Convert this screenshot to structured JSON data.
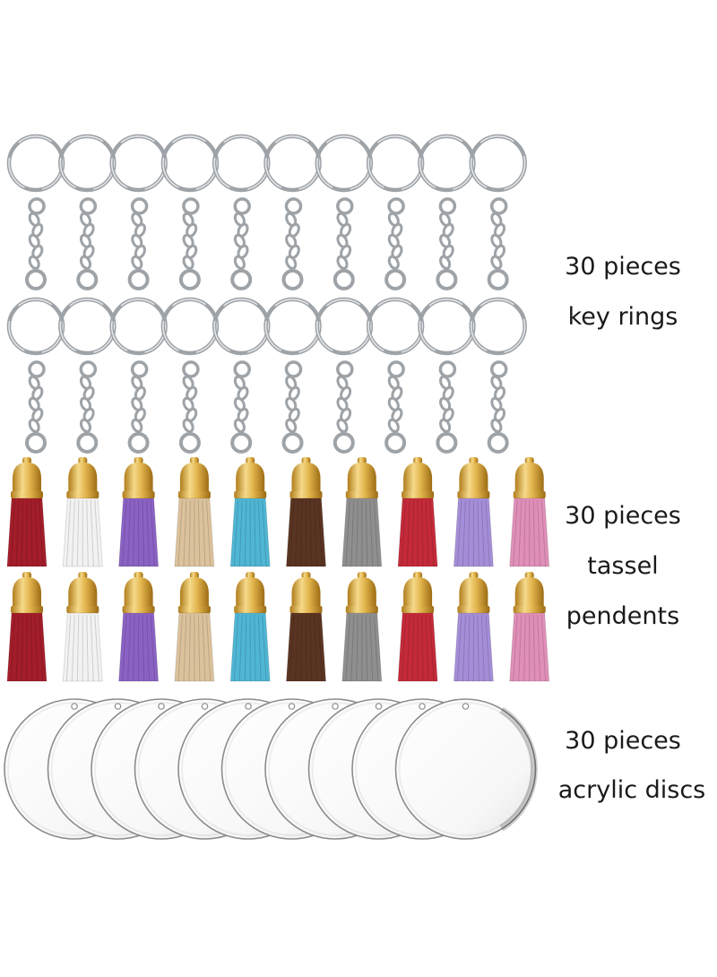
{
  "captions": {
    "key_rings": {
      "line1": "30 pieces",
      "line2": "key rings"
    },
    "tassels": {
      "line1": "30 pieces",
      "line2": "tassel",
      "line3": "pendents"
    },
    "discs": {
      "line1": "30 pieces",
      "line2": "acrylic discs"
    }
  },
  "colors": {
    "metal": "#9ea3a8",
    "metal_light": "#e6e8ea",
    "gold": "#d9a63a",
    "gold_light": "#f5d98a",
    "disc_edge": "#8c8c8c"
  },
  "tassel_colors": [
    "#a31d2a",
    "#f2f2f2",
    "#8b62c4",
    "#dcc29c",
    "#4fb6d4",
    "#5a3422",
    "#8f8f8f",
    "#c42a3a",
    "#a58ed8",
    "#e08fb8"
  ],
  "key_ring_rows": 2,
  "key_rings_per_row": 10,
  "tassel_rows": 2,
  "disc_count": 10
}
